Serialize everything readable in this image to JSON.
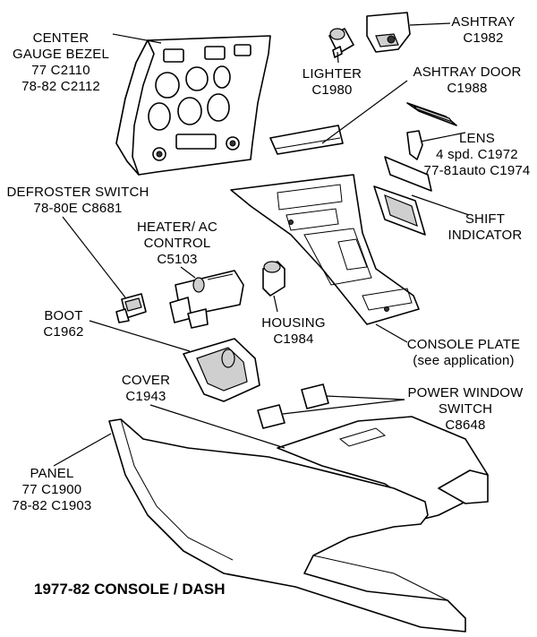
{
  "title": "1977-82 CONSOLE / DASH",
  "labels": {
    "center_gauge_bezel": [
      "CENTER",
      "GAUGE BEZEL",
      "77  C2110",
      "78-82  C2112"
    ],
    "lighter": [
      "LIGHTER",
      "C1980"
    ],
    "ashtray": [
      "ASHTRAY",
      "C1982"
    ],
    "ashtray_door": [
      "ASHTRAY DOOR",
      "C1988"
    ],
    "lens": [
      "LENS",
      "4 spd.  C1972",
      "77-81auto C1974"
    ],
    "defroster_switch": [
      "DEFROSTER SWITCH",
      "78-80E  C8681"
    ],
    "heater_ac_control": [
      "HEATER/ AC",
      "CONTROL",
      "C5103"
    ],
    "shift_indicator": [
      "SHIFT",
      "INDICATOR"
    ],
    "boot": [
      "BOOT",
      "C1962"
    ],
    "housing": [
      "HOUSING",
      "C1984"
    ],
    "console_plate": [
      "CONSOLE PLATE",
      "(see application)"
    ],
    "cover": [
      "COVER",
      "C1943"
    ],
    "power_window_switch": [
      "POWER WINDOW",
      "SWITCH",
      "C8648"
    ],
    "panel": [
      "PANEL",
      "77  C1900",
      "78-82  C1903"
    ]
  }
}
